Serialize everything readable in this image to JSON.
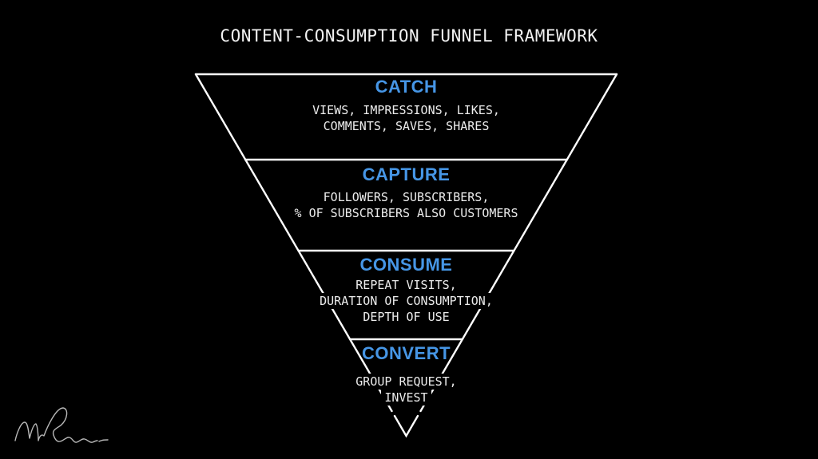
{
  "title": "CONTENT-CONSUMPTION FUNNEL FRAMEWORK",
  "funnel": {
    "sections": [
      {
        "label": "CATCH",
        "metrics": [
          "VIEWS, IMPRESSIONS, LIKES,",
          "COMMENTS, SAVES, SHARES"
        ]
      },
      {
        "label": "CAPTURE",
        "metrics": [
          "FOLLOWERS, SUBSCRIBERS,",
          "% OF SUBSCRIBERS ALSO CUSTOMERS"
        ]
      },
      {
        "label": "CONSUME",
        "metrics": [
          "REPEAT VISITS,",
          "DURATION OF CONSUMPTION,",
          "DEPTH OF USE"
        ]
      },
      {
        "label": "CONVERT",
        "metrics": [
          "GROUP REQUEST,",
          "INVEST"
        ]
      }
    ],
    "colors": {
      "heading": "#4696E6",
      "body_text": "#ECECEC",
      "outline": "#FFFFFF",
      "background": "#000000"
    }
  }
}
